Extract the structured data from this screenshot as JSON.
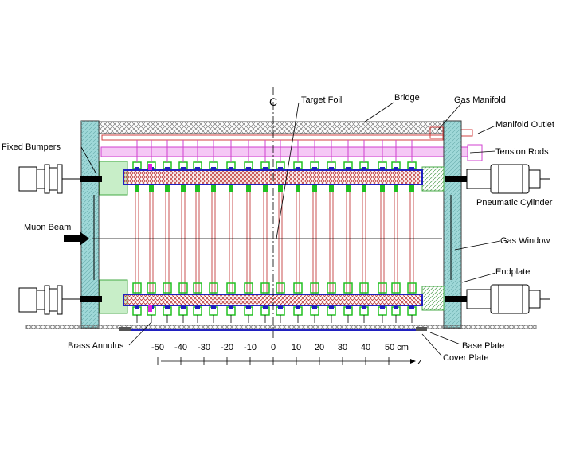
{
  "labels": {
    "centerline": "C",
    "target_foil": "Target Foil",
    "bridge": "Bridge",
    "gas_manifold": "Gas Manifold",
    "manifold_outlet": "Manifold Outlet",
    "fixed_bumpers": "Fixed Bumpers",
    "tension_rods": "Tension Rods",
    "pneumatic_cylinder": "Pneumatic Cylinder",
    "muon_beam": "Muon Beam",
    "gas_window": "Gas Window",
    "endplate": "Endplate",
    "brass_annulus": "Brass Annulus",
    "base_plate": "Base Plate",
    "cover_plate": "Cover Plate",
    "z_axis": "z"
  },
  "z_scale": {
    "ticks": [
      "-50",
      "-40",
      "-30",
      "-20",
      "-10",
      "0",
      "10",
      "20",
      "30",
      "40",
      "50 cm"
    ]
  },
  "colors": {
    "bridge_hatch": "#808080",
    "manifold": "#d04040",
    "tension_rods": "#d040d0",
    "endplate_fill": "#9fd8d8",
    "bumper_fill": "#c8eec8",
    "plate_blue": "#2020c0",
    "chamber_red": "#c85050",
    "support_green": "#20c020"
  }
}
